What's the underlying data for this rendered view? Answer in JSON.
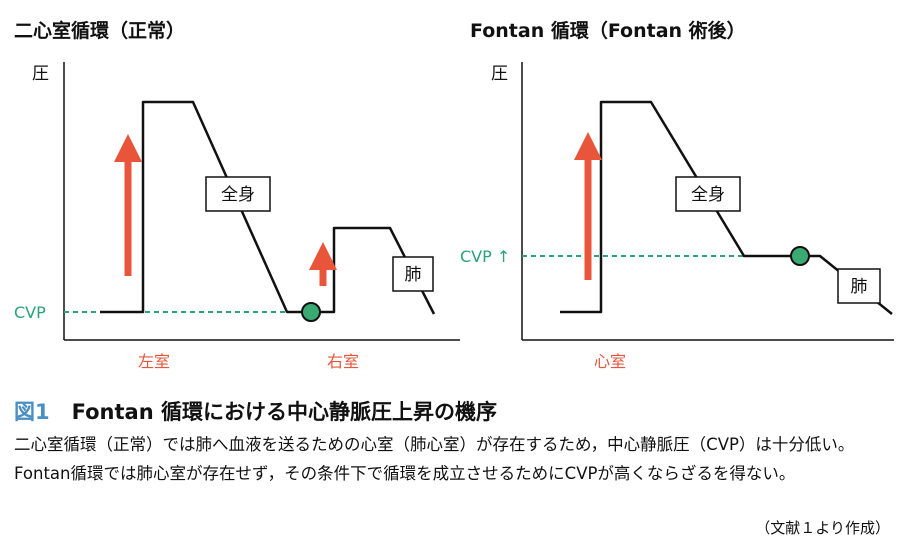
{
  "left_panel": {
    "title": "二心室循環（正常）",
    "y_axis_label": "圧",
    "cvp_label": "CVP",
    "systemic_label": "全身",
    "pulmonary_label": "肺",
    "left_ventricle_label": "左室",
    "right_ventricle_label": "右室"
  },
  "right_panel": {
    "title": "Fontan 循環（Fontan 術後）",
    "y_axis_label": "圧",
    "cvp_label": "CVP ↑",
    "systemic_label": "全身",
    "pulmonary_label": "肺",
    "ventricle_label": "心室"
  },
  "figure": {
    "number": "図1",
    "title": "Fontan 循環における中心静脈圧上昇の機序",
    "caption": "二心室循環（正常）では肺へ血液を送るための心室（肺心室）が存在するため，中心静脈圧（CVP）は十分低い。Fontan循環では肺心室が存在せず，その条件下で循環を成立させるためにCVPが高くならざるを得ない。",
    "source": "（文献１より作成）"
  },
  "colors": {
    "arrow": "#e8553a",
    "cvp": "#2aa37a",
    "dot": "#3aaa72",
    "line": "#111111",
    "figure_number": "#4a8fc4"
  }
}
